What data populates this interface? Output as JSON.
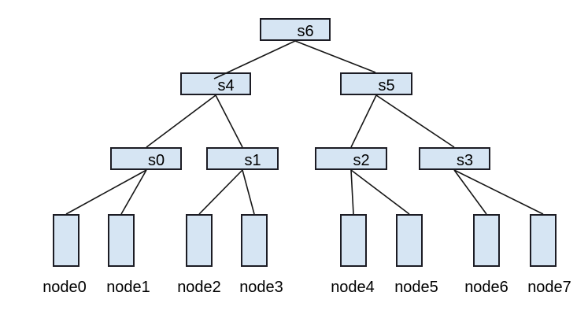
{
  "diagram": {
    "type": "tree",
    "description": "Three-level switch tree topology with leaf hosts",
    "colors": {
      "node_fill": "#d6e5f3",
      "node_stroke": "#1c1c24",
      "edge_color": "#161616",
      "text_color": "#000000",
      "background": "#ffffff"
    },
    "nodes": {
      "s6": {
        "label": "s6"
      },
      "s4": {
        "label": "s4"
      },
      "s5": {
        "label": "s5"
      },
      "s0": {
        "label": "s0"
      },
      "s1": {
        "label": "s1"
      },
      "s2": {
        "label": "s2"
      },
      "s3": {
        "label": "s3"
      },
      "node0": {
        "label": "node0"
      },
      "node1": {
        "label": "node1"
      },
      "node2": {
        "label": "node2"
      },
      "node3": {
        "label": "node3"
      },
      "node4": {
        "label": "node4"
      },
      "node5": {
        "label": "node5"
      },
      "node6": {
        "label": "node6"
      },
      "node7": {
        "label": "node7"
      }
    },
    "edges": [
      [
        "s6",
        "s4"
      ],
      [
        "s6",
        "s5"
      ],
      [
        "s4",
        "s0"
      ],
      [
        "s4",
        "s1"
      ],
      [
        "s5",
        "s2"
      ],
      [
        "s5",
        "s3"
      ],
      [
        "s0",
        "node0"
      ],
      [
        "s0",
        "node1"
      ],
      [
        "s1",
        "node2"
      ],
      [
        "s1",
        "node3"
      ],
      [
        "s2",
        "node4"
      ],
      [
        "s2",
        "node5"
      ],
      [
        "s3",
        "node6"
      ],
      [
        "s3",
        "node7"
      ]
    ]
  }
}
